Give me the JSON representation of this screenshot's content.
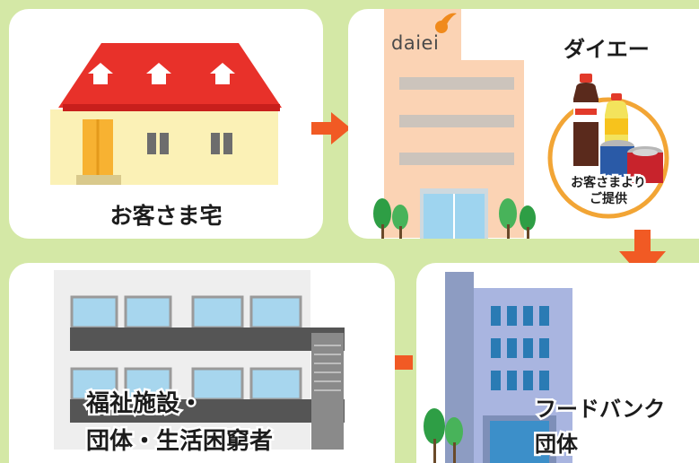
{
  "home": {
    "label": "お客さま宅"
  },
  "store": {
    "logo": "daiei",
    "name": "ダイエー",
    "donation_line1": "お客さまより",
    "donation_line2": "ご提供"
  },
  "foodbank": {
    "line1": "フードバンク",
    "line2": "団体"
  },
  "facility": {
    "line1": "福祉施設・",
    "line2": "団体・生活困窮者"
  },
  "colors": {
    "background": "#d4e8a6",
    "arrow": "#f15a24",
    "roof": "#e8312a",
    "house_wall": "#fbf1b6",
    "store_building": "#fbd3b4",
    "ring": "#f2a535",
    "bank_building": "#a9b5e0",
    "apartment": "#555555"
  }
}
